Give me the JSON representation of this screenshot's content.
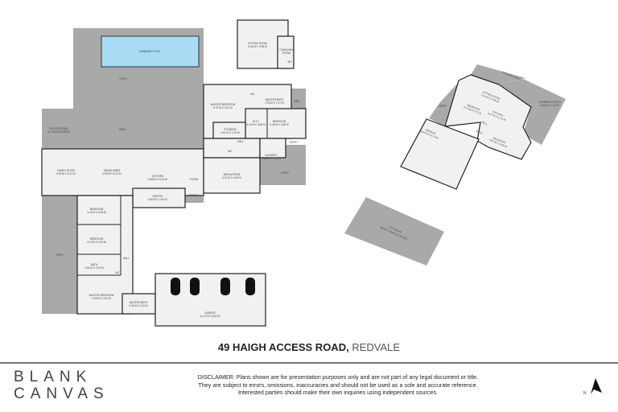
{
  "title": {
    "address": "49 HAIGH ACCESS ROAD,",
    "suburb": "REDVALE"
  },
  "logo": {
    "line1": "BLANK",
    "line2": "CANVAS"
  },
  "disclaimer": [
    "DISCLAIMER: Plans shown are for presentation purposes only and are not part of any legal document or title.",
    "They are subject to errors, omissions, inaccuracies and should not be used as a sole and accurate reference.",
    "Interested parties should make their own inquiries using independent sources."
  ],
  "north_label": "N",
  "colors": {
    "pool": "#a9dcf4",
    "outdoor": "#a9a9a9",
    "room": "#f1f1f1",
    "wall": "#222222"
  },
  "rooms": {
    "pool": "SWIMMING POOL",
    "patio_top": "PATIO",
    "deck": "DECK",
    "outdoor_bar": [
      "OUTDOOR BAR",
      "& COOKING AREA"
    ],
    "sitting_room": [
      "SITTING ROOM",
      "5.46 M X 4.08 M"
    ],
    "changing_room": [
      "CHANGING",
      "ROOM"
    ],
    "wc1": "WC",
    "master_bedroom1": [
      "MASTER BEDROOM",
      "5.47 M X 5.42 M"
    ],
    "wc2": "WC",
    "master_bath1": [
      "MASTER BATH",
      "2.93 M X 2.47 M"
    ],
    "bbq": "BBQ",
    "wic": [
      "W.I.C",
      "3.42 M X 3.58 M"
    ],
    "bedroom1": [
      "BEDROOM",
      "5.48 M X 3.80 M"
    ],
    "storage": [
      "STORAGE",
      "3.61 M X 1.70 M"
    ],
    "hall1": "HALL",
    "entry1": "ENTRY",
    "wc3": "WC",
    "laundry": [
      "LAUNDRY",
      "2.84 M X 2.57 M"
    ],
    "patio_right": "PATIO",
    "family_room": [
      "FAMILY ROOM",
      "9.80 M X 6.11 M"
    ],
    "dining_area": [
      "DINING AREA",
      "4.85 M X 6.11 M"
    ],
    "kitchen": [
      "KITCHEN",
      "6.86 M X 5.24 M"
    ],
    "foyer": "FOYER",
    "media_room": [
      "MEDIA ROOM",
      "6.27 M X 4.62 M"
    ],
    "porch": "PORCH",
    "pantry": [
      "PANTRY",
      "5.80 M X 2.50 M"
    ],
    "bedroom2": [
      "BEDROOM",
      "4.13 M X 3.05 M"
    ],
    "bedroom3": [
      "BEDROOM",
      "4.13 M X 3.92 M"
    ],
    "hall2": "HALL",
    "bath1": [
      "BATH",
      "2.82 M X 2.04 M"
    ],
    "wc4": "WC",
    "patio_left": "PATIO",
    "master_bedroom2": [
      "MASTER BEDROOM",
      "4.08 M X 4.01 M"
    ],
    "master_bath2": [
      "MASTER BATH",
      "3.40 M X 2.51 M"
    ],
    "garage1": [
      "GARAGE",
      "11.47 M X 6.52 M"
    ],
    "covered_deck": "COVERED DECK",
    "sitting_room2": [
      "SITTING ROOM",
      "5.24 M X 4.30 M"
    ],
    "covered_porch": [
      "COVERED PORCH",
      "6.60 M X 7.24 M"
    ],
    "entry2": "ENTRY",
    "bedroom4": [
      "BEDROOM",
      "4.17 M X 3.77 M"
    ],
    "kitchen2": [
      "KITCHEN",
      "3.47 M X 2.73 M"
    ],
    "hall3": "HALL",
    "bath2": "BATH",
    "bedroom5": [
      "BEDROOM",
      "3.50 M X 2.90 M"
    ],
    "garage2": [
      "GARAGE",
      "6.04 M X 6.73 M"
    ],
    "petanque": [
      "PETANQUE",
      "(NORTH SIDE OF HOME)"
    ]
  }
}
